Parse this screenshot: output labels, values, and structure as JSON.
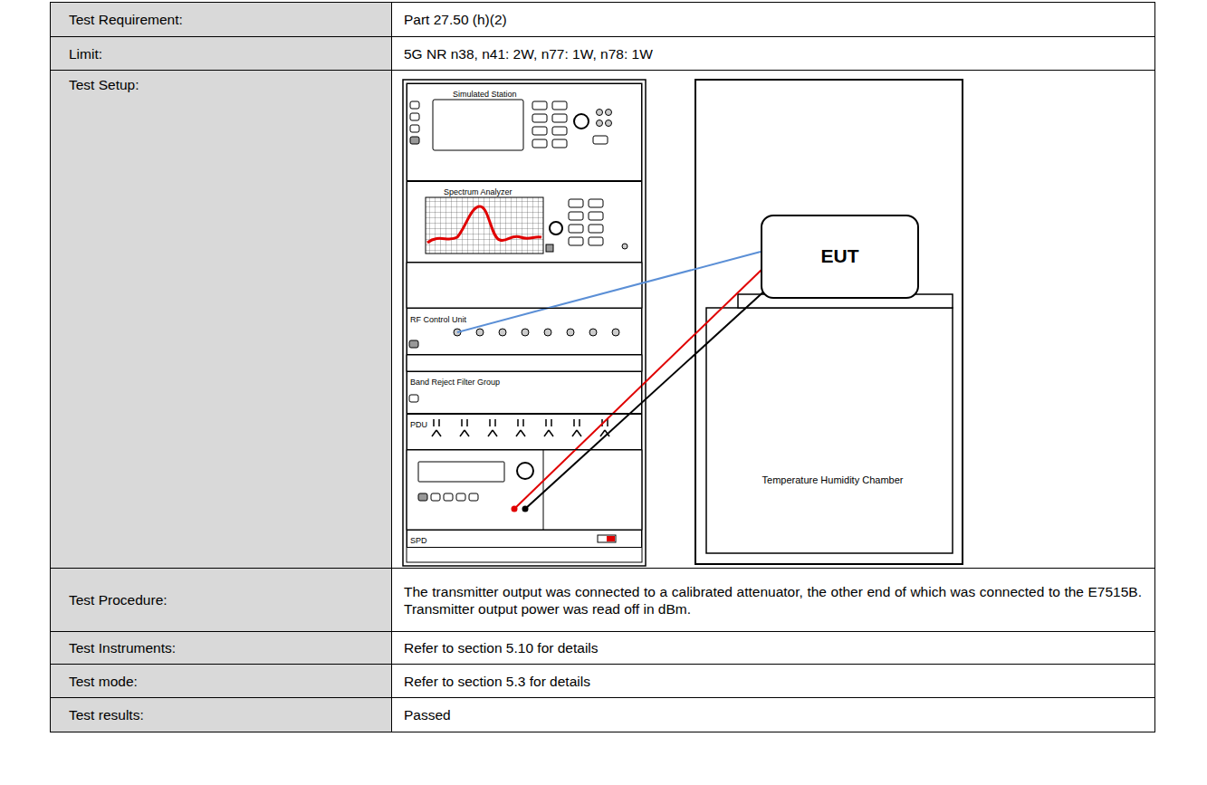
{
  "diagram": {
    "nodes": [
      {
        "text": [
          "Simulated Station"
        ]
      },
      {
        "text": [
          "Spectrum Analyzer"
        ]
      },
      {
        "text": [
          "RF Control Unit"
        ]
      },
      {
        "text": [
          "Band Reject Filter Group"
        ]
      },
      {
        "text": [
          "PDU"
        ]
      },
      {
        "text": [
          "SPD"
        ]
      },
      {
        "text": [
          "Temperature Humidity Chamber"
        ]
      },
      {
        "text": [
          "EUT"
        ],
        "in": 6
      }
    ],
    "edges": [
      {
        "from": 2,
        "to": 7,
        "arrow": "none"
      }
    ],
    "labels": [
      "Test Requirement:",
      "Part 27.50 (h)(2)",
      "Limit:",
      "5G NR n38, n41: 2W, n77: 1W, n78: 1W",
      "Test Setup:",
      "Test Procedure:",
      "The transmitter output was connected to a calibrated attenuator, the other end of which was connected to the E7515B. Transmitter output power was read off in dBm.",
      "Test Instruments:",
      "Refer to section 5.10 for details",
      "Test mode:",
      "Refer to section 5.3 for details",
      "Test results:",
      "Passed"
    ]
  }
}
